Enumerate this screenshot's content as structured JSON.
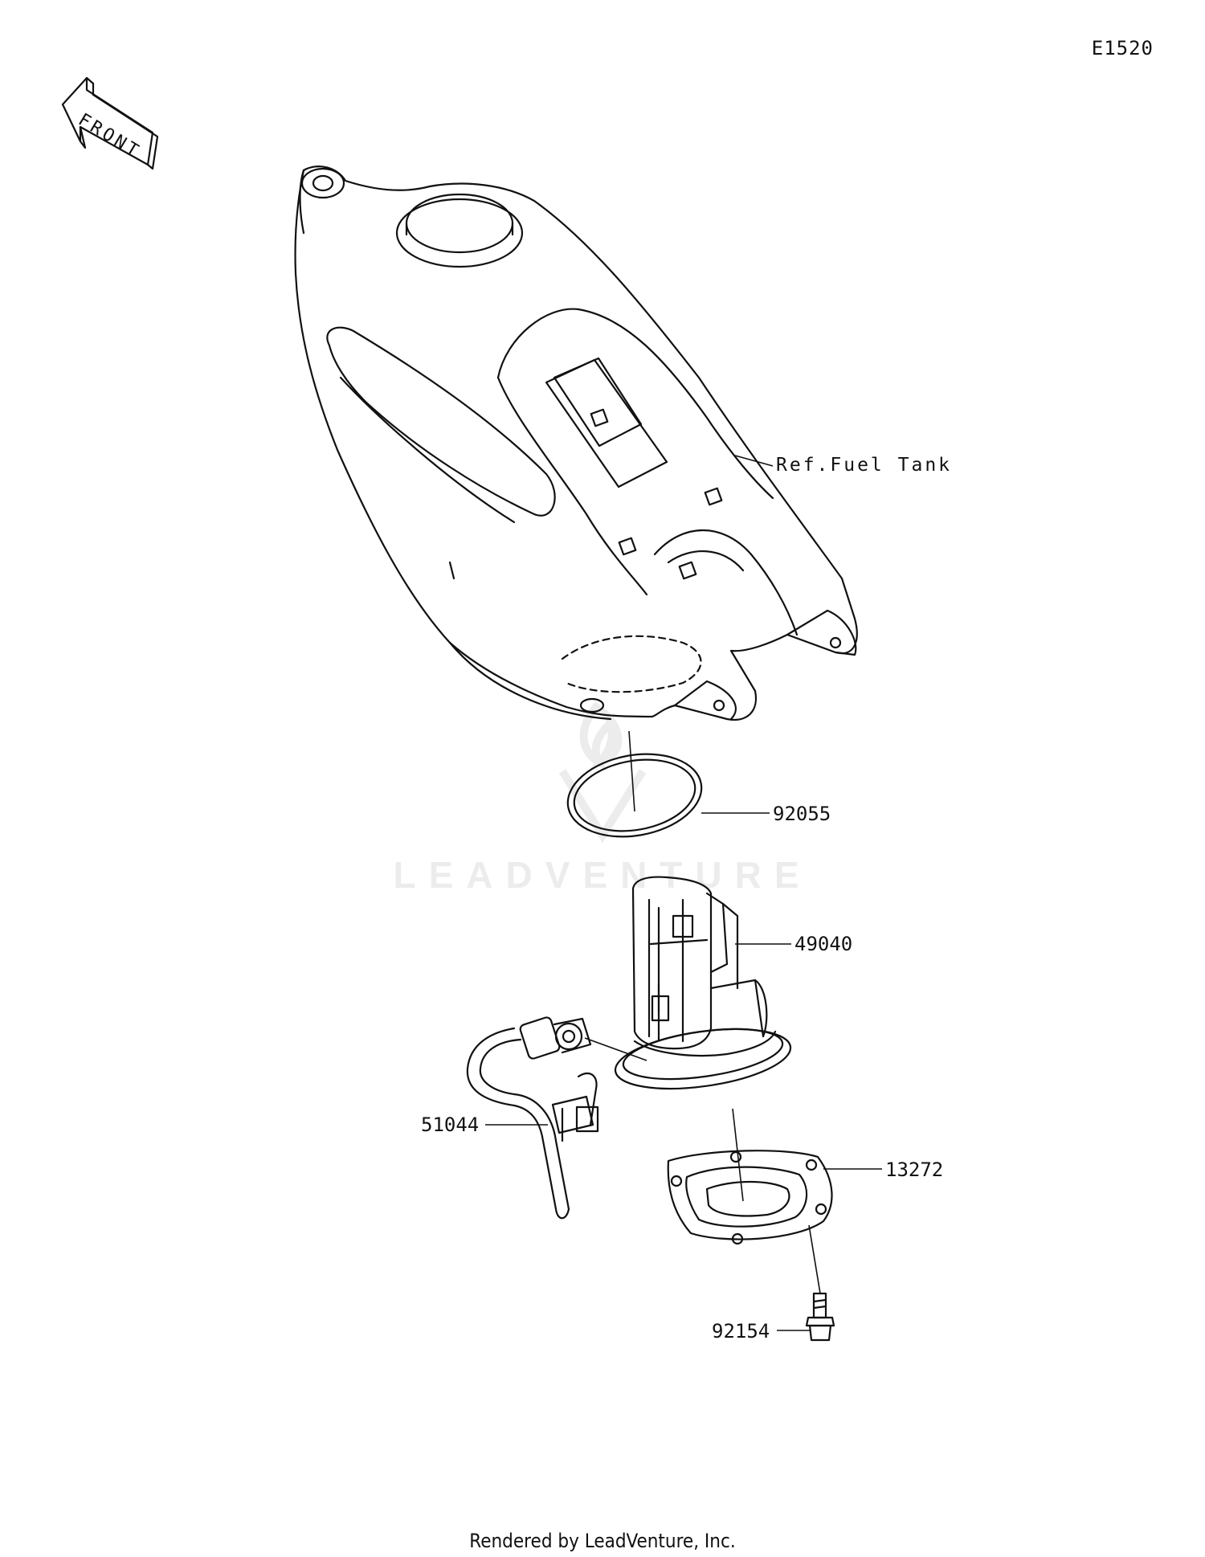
{
  "diagram_code": "E1520",
  "orientation_label": "FRONT",
  "watermark": "LEADVENTURE",
  "footer": "Rendered by LeadVenture, Inc.",
  "parts": {
    "fuel_tank_ref": "Ref.Fuel Tank",
    "gasket_ring": "92055",
    "fuel_pump": "49040",
    "hose_assembly": "51044",
    "plate": "13272",
    "bolt": "92154"
  }
}
